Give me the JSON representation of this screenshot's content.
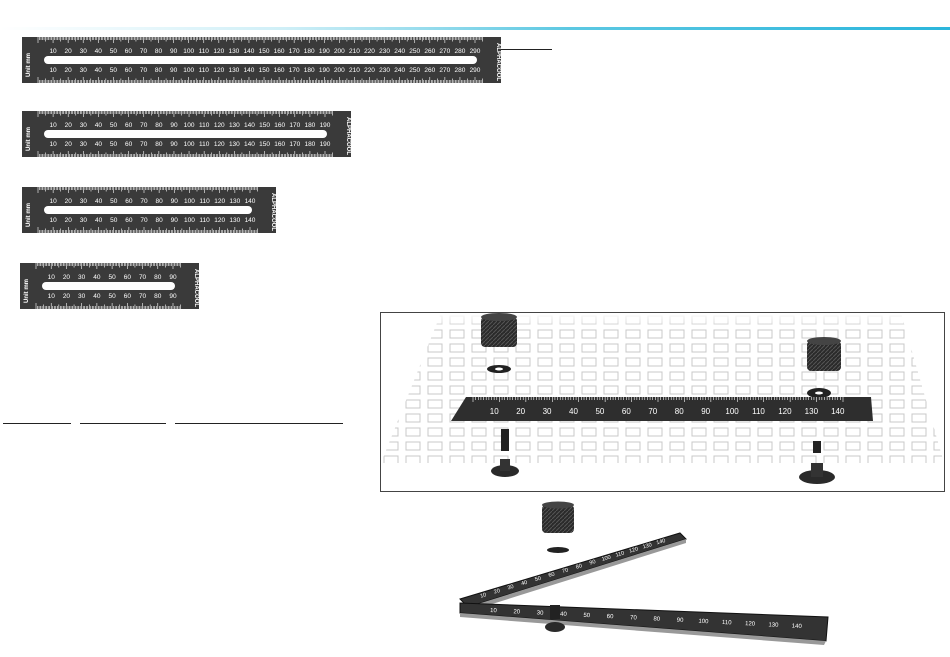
{
  "rulers": [
    {
      "unit_label": "Unit mm",
      "brand": "ALPHACOOL",
      "labels": [
        "10",
        "20",
        "30",
        "40",
        "50",
        "60",
        "70",
        "80",
        "90",
        "100",
        "110",
        "120",
        "130",
        "140",
        "150",
        "160",
        "170",
        "180",
        "190",
        "200",
        "210",
        "220",
        "230",
        "240",
        "250",
        "260",
        "270",
        "280",
        "290"
      ]
    },
    {
      "unit_label": "Unit mm",
      "brand": "ALPHACOOL",
      "labels": [
        "10",
        "20",
        "30",
        "40",
        "50",
        "60",
        "70",
        "80",
        "90",
        "100",
        "110",
        "120",
        "130",
        "140",
        "150",
        "160",
        "170",
        "180",
        "190"
      ]
    },
    {
      "unit_label": "Unit mm",
      "brand": "ALPHACOOL",
      "labels": [
        "10",
        "20",
        "30",
        "40",
        "50",
        "60",
        "70",
        "80",
        "90",
        "100",
        "110",
        "120",
        "130",
        "140"
      ]
    },
    {
      "unit_label": "Unit mm",
      "brand": "ALPHACOOL",
      "labels": [
        "10",
        "20",
        "30",
        "40",
        "50",
        "60",
        "70",
        "80",
        "90"
      ]
    }
  ],
  "photo": {
    "ruler_labels": [
      "10",
      "20",
      "30",
      "40",
      "50",
      "60",
      "70",
      "80",
      "90",
      "100",
      "110",
      "120",
      "130",
      "140"
    ]
  },
  "exploded": {
    "upper_labels": [
      "10",
      "20",
      "30",
      "40",
      "50",
      "60",
      "70",
      "80",
      "90",
      "100",
      "110",
      "120",
      "130",
      "140"
    ],
    "lower_labels": [
      "10",
      "20",
      "30",
      "40",
      "50",
      "60",
      "70",
      "80",
      "90",
      "100",
      "110",
      "120",
      "130",
      "140"
    ]
  },
  "colors": {
    "ruler_body": "#3a3a3a",
    "ruler_text": "#ffffff",
    "accent": "#2bb6dc"
  }
}
